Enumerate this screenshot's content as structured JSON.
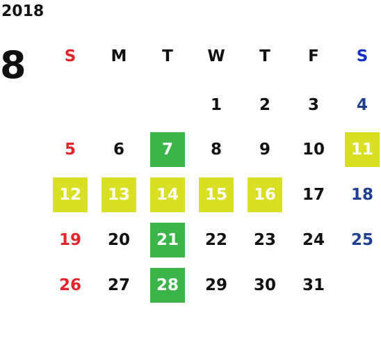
{
  "calendar": {
    "year": "2018",
    "month": "8",
    "colors": {
      "sunday": "#e0262b",
      "saturday": "#1f3f8f",
      "weekday": "#111111",
      "highlight_green": "#3bb54a",
      "highlight_yellow": "#d9df22",
      "highlight_text": "#ffffff"
    },
    "weekdays": [
      {
        "label": "S",
        "color": "#e0262b"
      },
      {
        "label": "M",
        "color": "#111111"
      },
      {
        "label": "T",
        "color": "#111111"
      },
      {
        "label": "W",
        "color": "#111111"
      },
      {
        "label": "T",
        "color": "#111111"
      },
      {
        "label": "F",
        "color": "#111111"
      },
      {
        "label": "S",
        "color": "#1230c8"
      }
    ],
    "weeks": [
      [
        null,
        null,
        null,
        {
          "day": "1"
        },
        {
          "day": "2"
        },
        {
          "day": "3"
        },
        {
          "day": "4"
        }
      ],
      [
        {
          "day": "5"
        },
        {
          "day": "6"
        },
        {
          "day": "7",
          "highlight": "green"
        },
        {
          "day": "8"
        },
        {
          "day": "9"
        },
        {
          "day": "10"
        },
        {
          "day": "11",
          "highlight": "yellow"
        }
      ],
      [
        {
          "day": "12",
          "highlight": "yellow"
        },
        {
          "day": "13",
          "highlight": "yellow"
        },
        {
          "day": "14",
          "highlight": "yellow"
        },
        {
          "day": "15",
          "highlight": "yellow"
        },
        {
          "day": "16",
          "highlight": "yellow"
        },
        {
          "day": "17"
        },
        {
          "day": "18"
        }
      ],
      [
        {
          "day": "19"
        },
        {
          "day": "20"
        },
        {
          "day": "21",
          "highlight": "green"
        },
        {
          "day": "22"
        },
        {
          "day": "23"
        },
        {
          "day": "24"
        },
        {
          "day": "25"
        }
      ],
      [
        {
          "day": "26"
        },
        {
          "day": "27"
        },
        {
          "day": "28",
          "highlight": "green"
        },
        {
          "day": "29"
        },
        {
          "day": "30"
        },
        {
          "day": "31"
        },
        null
      ]
    ]
  }
}
